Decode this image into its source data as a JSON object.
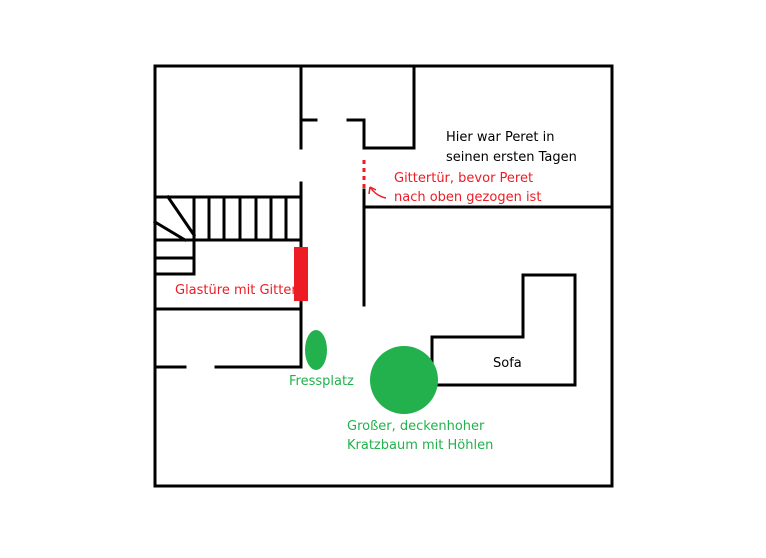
{
  "colors": {
    "wall": "#000000",
    "red": "#ed1c24",
    "green": "#22b14c",
    "text": "#000000"
  },
  "labels": {
    "room_text_line1": "Hier war Peret in",
    "room_text_line2": "seinen ersten Tagen",
    "gate_text_line1": "Gittertür, bevor Peret",
    "gate_text_line2": "nach oben gezogen ist",
    "glass_door": "Glastüre mit Gitter",
    "feeding_place": "Fressplatz",
    "cat_tree_line1": "Großer, deckenhoher",
    "cat_tree_line2": "Kratzbaum mit Höhlen",
    "sofa": "Sofa"
  }
}
